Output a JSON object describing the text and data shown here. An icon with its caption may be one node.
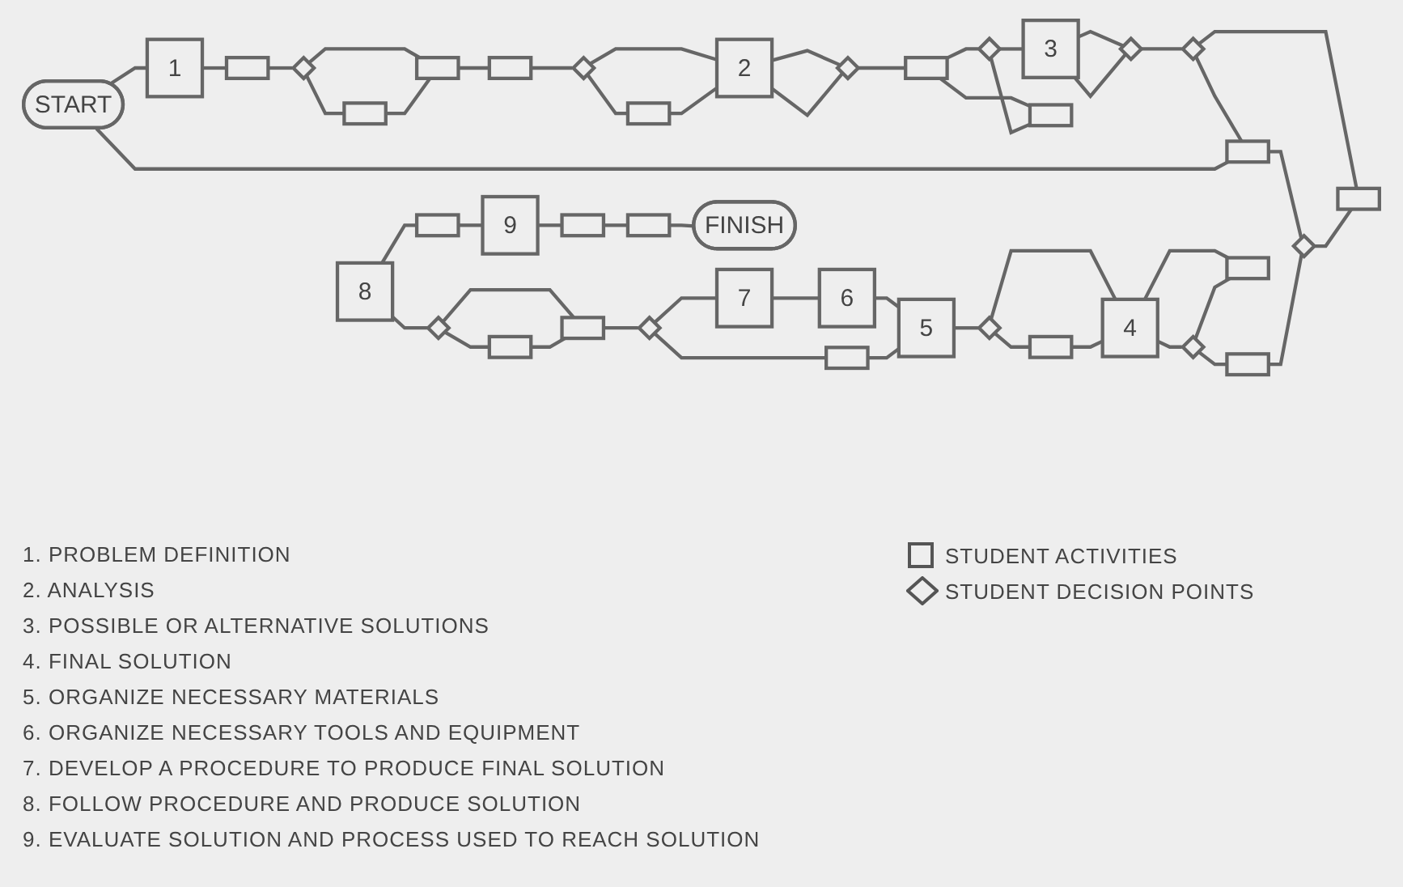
{
  "diagram": {
    "nodes": [
      {
        "text": [
          "START"
        ]
      },
      {
        "text": [
          "1"
        ]
      },
      {
        "text": [],
        "shape": "box"
      },
      {
        "text": [],
        "shape": "diamond"
      },
      {
        "text": [],
        "shape": "box"
      },
      {
        "text": [],
        "shape": "box"
      },
      {
        "text": [],
        "shape": "diamond"
      },
      {
        "text": [
          "2"
        ]
      },
      {
        "text": [],
        "shape": "diamond"
      },
      {
        "text": [],
        "shape": "box"
      },
      {
        "text": [],
        "shape": "diamond"
      },
      {
        "text": [
          "3"
        ]
      },
      {
        "text": [],
        "shape": "diamond"
      },
      {
        "text": [],
        "shape": "diamond"
      },
      {
        "text": [],
        "shape": "box"
      },
      {
        "text": [],
        "shape": "box"
      },
      {
        "text": [],
        "shape": "box"
      },
      {
        "text": [],
        "shape": "box"
      },
      {
        "text": [
          "8"
        ]
      },
      {
        "text": [],
        "shape": "diamond"
      },
      {
        "text": [],
        "shape": "box"
      },
      {
        "text": [],
        "shape": "diamond"
      },
      {
        "text": [
          "7"
        ]
      },
      {
        "text": [
          "6"
        ]
      },
      {
        "text": [
          "5"
        ]
      },
      {
        "text": [],
        "shape": "diamond"
      },
      {
        "text": [],
        "shape": "box"
      },
      {
        "text": [
          "4"
        ]
      },
      {
        "text": [],
        "shape": "diamond"
      },
      {
        "text": [],
        "shape": "box"
      },
      {
        "text": [],
        "shape": "diamond"
      },
      {
        "text": [],
        "shape": "box"
      },
      {
        "text": [],
        "shape": "box"
      },
      {
        "text": [],
        "shape": "box"
      },
      {
        "text": [],
        "shape": "box"
      },
      {
        "text": [],
        "shape": "box"
      },
      {
        "text": [
          "9"
        ]
      },
      {
        "text": [],
        "shape": "box"
      },
      {
        "text": [],
        "shape": "box"
      },
      {
        "text": [
          "FINISH"
        ]
      }
    ],
    "edges": [
      {
        "from": 0,
        "to": 1,
        "arrow": "none"
      },
      {
        "from": 1,
        "to": 2,
        "arrow": "none"
      },
      {
        "from": 2,
        "to": 3,
        "arrow": "none"
      },
      {
        "from": 3,
        "to": 4,
        "arrow": "none"
      },
      {
        "from": 3,
        "to": 14,
        "arrow": "none"
      },
      {
        "from": 14,
        "to": 4,
        "arrow": "none"
      },
      {
        "from": 4,
        "to": 5,
        "arrow": "none"
      },
      {
        "from": 5,
        "to": 6,
        "arrow": "none"
      },
      {
        "from": 6,
        "to": 7,
        "arrow": "none"
      },
      {
        "from": 6,
        "to": 15,
        "arrow": "none"
      },
      {
        "from": 15,
        "to": 7,
        "arrow": "none"
      },
      {
        "from": 7,
        "to": 8,
        "arrow": "none"
      },
      {
        "from": 7,
        "to": 8,
        "arrow": "none"
      },
      {
        "from": 8,
        "to": 9,
        "arrow": "none"
      },
      {
        "from": 9,
        "to": 10,
        "arrow": "none"
      },
      {
        "from": 9,
        "to": 16,
        "arrow": "none"
      },
      {
        "from": 10,
        "to": 16,
        "arrow": "none"
      },
      {
        "from": 10,
        "to": 11,
        "arrow": "none"
      },
      {
        "from": 11,
        "to": 12,
        "arrow": "none"
      },
      {
        "from": 11,
        "to": 12,
        "arrow": "none"
      },
      {
        "from": 12,
        "to": 13,
        "arrow": "none"
      },
      {
        "from": 13,
        "to": 17,
        "arrow": "none"
      },
      {
        "from": 13,
        "to": 31,
        "arrow": "none"
      },
      {
        "from": 17,
        "to": 0,
        "arrow": "none"
      },
      {
        "from": 17,
        "to": 30,
        "arrow": "none"
      },
      {
        "from": 18,
        "to": 19,
        "arrow": "none"
      },
      {
        "from": 19,
        "to": 20,
        "arrow": "none"
      },
      {
        "from": 19,
        "to": 32,
        "arrow": "none"
      },
      {
        "from": 32,
        "to": 20,
        "arrow": "none"
      },
      {
        "from": 20,
        "to": 21,
        "arrow": "none"
      },
      {
        "from": 21,
        "to": 22,
        "arrow": "none"
      },
      {
        "from": 21,
        "to": 33,
        "arrow": "none"
      },
      {
        "from": 22,
        "to": 23,
        "arrow": "none"
      },
      {
        "from": 23,
        "to": 24,
        "arrow": "none"
      },
      {
        "from": 33,
        "to": 24,
        "arrow": "none"
      },
      {
        "from": 24,
        "to": 25,
        "arrow": "none"
      },
      {
        "from": 25,
        "to": 26,
        "arrow": "none"
      },
      {
        "from": 25,
        "to": 27,
        "arrow": "none"
      },
      {
        "from": 26,
        "to": 27,
        "arrow": "none"
      },
      {
        "from": 27,
        "to": 28,
        "arrow": "none"
      },
      {
        "from": 27,
        "to": 34,
        "arrow": "none"
      },
      {
        "from": 28,
        "to": 34,
        "arrow": "none"
      },
      {
        "from": 28,
        "to": 29,
        "arrow": "none"
      },
      {
        "from": 29,
        "to": 30,
        "arrow": "none"
      },
      {
        "from": 30,
        "to": 31,
        "arrow": "none"
      },
      {
        "from": 18,
        "to": 35,
        "arrow": "none"
      },
      {
        "from": 35,
        "to": 36,
        "arrow": "none"
      },
      {
        "from": 36,
        "to": 37,
        "arrow": "none"
      },
      {
        "from": 37,
        "to": 38,
        "arrow": "none"
      },
      {
        "from": 38,
        "to": 39,
        "arrow": "none"
      }
    ],
    "labels": [
      "1. PROBLEM DEFINITION",
      "2. ANALYSIS",
      "3. POSSIBLE OR ALTERNATIVE SOLUTIONS",
      "4. FINAL SOLUTION",
      "5. ORGANIZE NECESSARY MATERIALS",
      "6. ORGANIZE NECESSARY TOOLS AND EQUIPMENT",
      "7. DEVELOP A PROCEDURE TO PRODUCE FINAL SOLUTION",
      "8. FOLLOW PROCEDURE AND PRODUCE SOLUTION",
      "9. EVALUATE SOLUTION AND PROCESS USED TO REACH SOLUTION"
    ],
    "legend": [
      {
        "text": "STUDENT ACTIVITIES"
      },
      {
        "text": "STUDENT DECISION POINTS"
      }
    ]
  }
}
